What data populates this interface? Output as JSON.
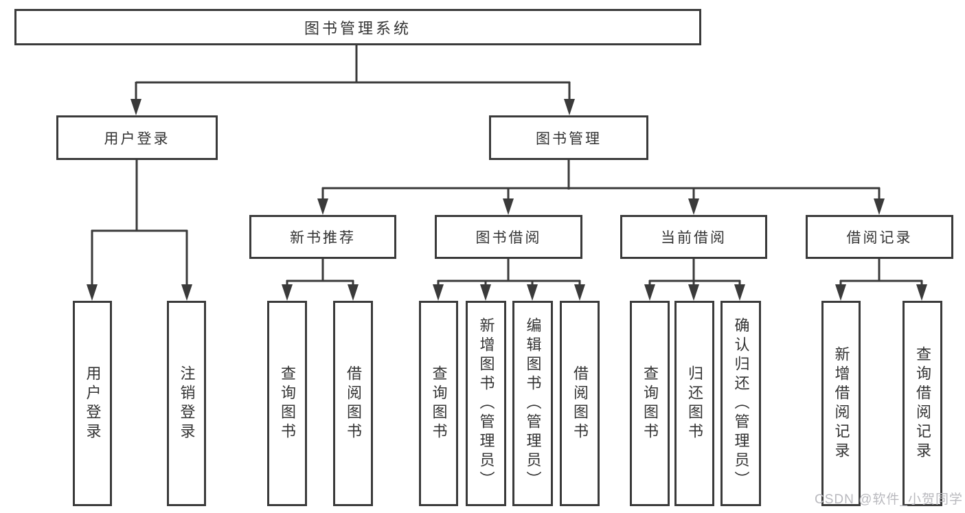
{
  "diagram_title": "图书管理系统",
  "nodes": {
    "root": "图书管理系统",
    "user_login": "用户登录",
    "book_mgmt": "图书管理",
    "new_book_rec": "新书推荐",
    "book_borrow": "图书借阅",
    "current_borrow": "当前借阅",
    "borrow_records": "借阅记录"
  },
  "leaves": {
    "user_login": "用户登录",
    "logout": "注销登录",
    "rec_query_books": "查询图书",
    "rec_borrow_books": "借阅图书",
    "borrow_query_books": "查询图书",
    "borrow_add_books": "新增图书（管理员）",
    "borrow_edit_books": "编辑图书（管理员）",
    "borrow_borrow_books": "借阅图书",
    "current_query_books": "查询图书",
    "current_return_books": "归还图书",
    "current_confirm_return": "确认归还（管理员）",
    "records_add_record": "新增借阅记录",
    "records_query_record": "查询借阅记录"
  },
  "watermark": "CSDN @软件_小贺同学",
  "colors": {
    "line": "#3a3a3a",
    "text": "#333333",
    "watermark": "#b9b9be",
    "background": "#ffffff"
  }
}
